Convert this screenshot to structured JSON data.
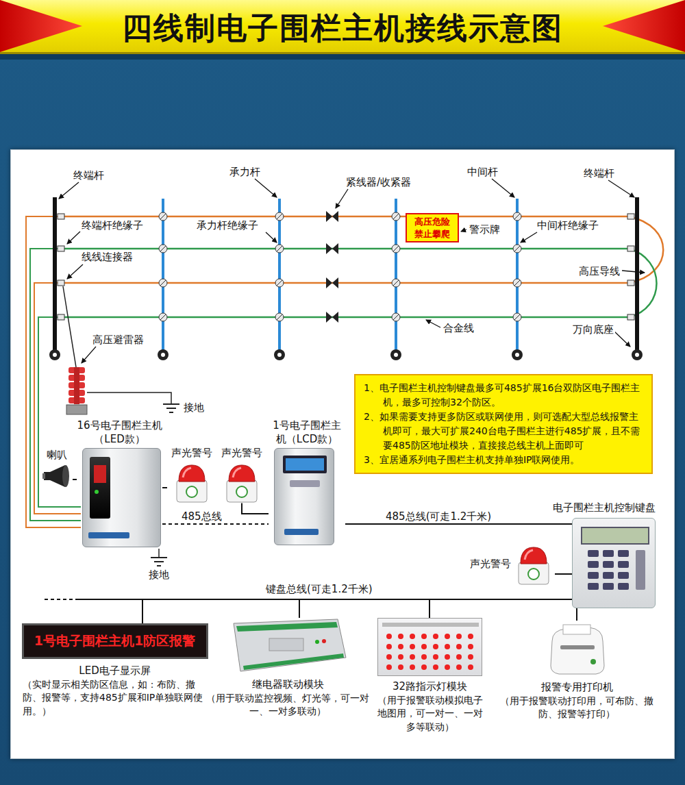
{
  "diagram": {
    "title": "四线制电子围栏主机接线示意图",
    "nodes": [
      {
        "text": [
          "高压危险 禁止攀爬"
        ]
      },
      {
        "text": [
          "1、电子围栏主机控制键盘最多可485扩展16台双防区电子围栏主机，最多可控制32个防区。",
          "2、如果需要支持更多防区或联网使用，则可选配大型总线报警主机即可，最大可扩展240台电子围栏主进行485扩展，且不需要485防区地址模块，直接接总线主机上面即可",
          "3、宜居通系列电子围栏主机支持单独IP联网使用。"
        ]
      },
      {
        "text": [
          "16号电子围栏主机（LED款）"
        ]
      },
      {
        "text": [
          "喇叭"
        ]
      },
      {
        "text": [
          "声光警号"
        ]
      },
      {
        "text": [
          "声光警号"
        ]
      },
      {
        "text": [
          "1号电子围栏主机（LCD款）"
        ]
      },
      {
        "text": [
          "电子围栏主机控制键盘"
        ]
      },
      {
        "text": [
          "声光警号"
        ]
      },
      {
        "text": [
          "1号电子围栏主机1防区报警",
          "LED电子显示屏",
          "（实时显示相关防区信息，如：布防、撤防、报警等，支持485扩展和IP单独联网使用。）"
        ]
      },
      {
        "text": [
          "继电器联动模块",
          "（用于联动监控视频、灯光等，可一对一、一对多联动）"
        ]
      },
      {
        "text": [
          "32路指示灯模块",
          "（用于报警联动模拟电子地图用，可一对一、一对多等联动）"
        ]
      },
      {
        "text": [
          "报警专用打印机",
          "（用于报警联动打印用，可布防、撤防、报警等打印）"
        ]
      }
    ],
    "edges": [
      {
        "from": 2,
        "to": 6,
        "arrow": "none",
        "label": "485总线"
      },
      {
        "from": 6,
        "to": 7,
        "arrow": "none",
        "label": "485总线(可走1.2千米)"
      },
      {
        "from": 7,
        "to": 9,
        "arrow": "none",
        "label": "键盘总线(可走1.2千米)"
      },
      {
        "from": 7,
        "to": 10,
        "arrow": "none"
      },
      {
        "from": 7,
        "to": 11,
        "arrow": "none"
      },
      {
        "from": 7,
        "to": 12,
        "arrow": "none"
      },
      {
        "from": 3,
        "to": 2,
        "arrow": "none"
      },
      {
        "from": 4,
        "to": 2,
        "arrow": "none"
      },
      {
        "from": 5,
        "to": 6,
        "arrow": "none"
      },
      {
        "from": 8,
        "to": 7,
        "arrow": "none"
      }
    ],
    "labels": [
      "终端杆",
      "承力杆",
      "紧线器/收紧器",
      "中间杆",
      "终端杆",
      "终端杆绝缘子",
      "承力杆绝缘子",
      "警示牌",
      "中间杆绝缘子",
      "线线连接器",
      "高压导线",
      "合金线",
      "万向底座",
      "高压避雷器",
      "接地",
      "接地"
    ]
  }
}
